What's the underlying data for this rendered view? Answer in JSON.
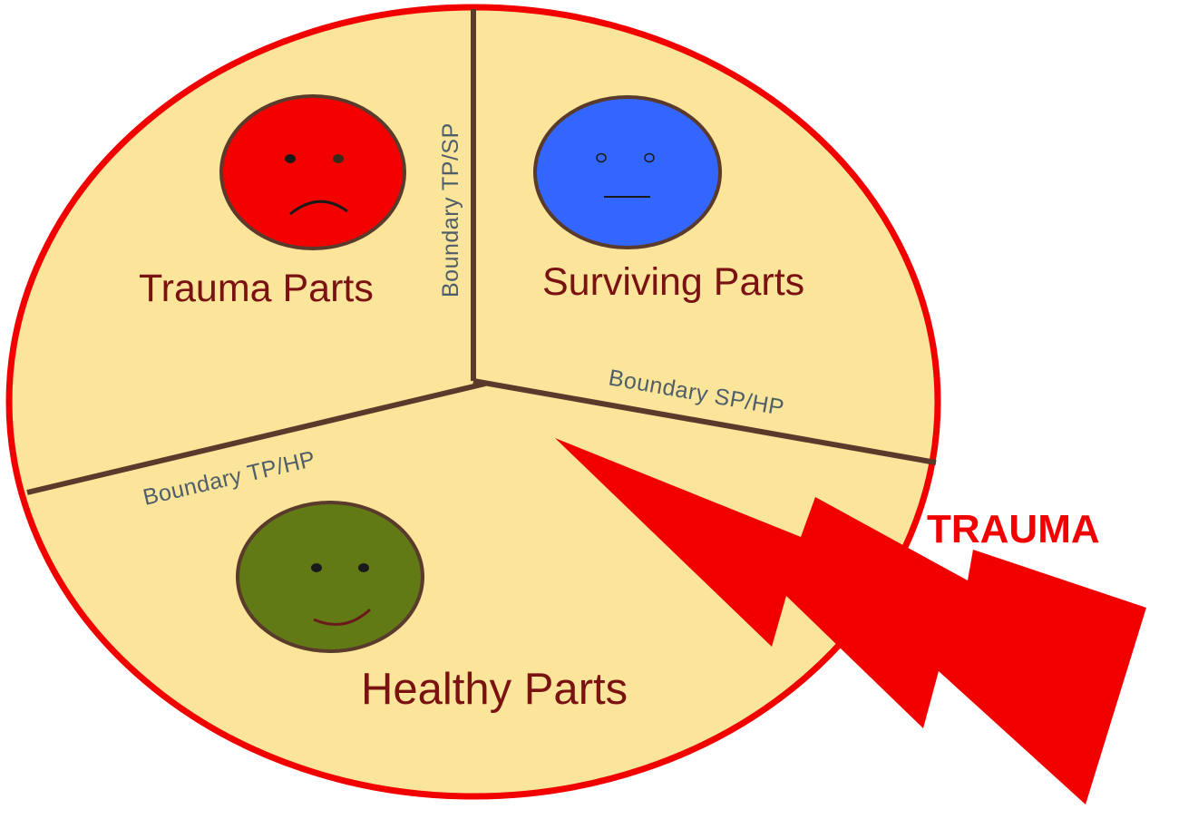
{
  "colors": {
    "circle_fill": "#fbe59b",
    "circle_stroke": "#f20000",
    "boundary_line": "#5a3a2a",
    "trauma_face": "#f40000",
    "surviving_face": "#3366ff",
    "healthy_face": "#617a16",
    "face_outline": "#5a3a2a",
    "part_label": "#7a1212",
    "boundary_label": "#4f5e68",
    "trauma_bolt": "#f20000",
    "trauma_label": "#f20000"
  },
  "parts": {
    "trauma": {
      "label": "Trauma Parts",
      "expression": "sad"
    },
    "surviving": {
      "label": "Surviving Parts",
      "expression": "neutral"
    },
    "healthy": {
      "label": "Healthy Parts",
      "expression": "smile"
    }
  },
  "boundaries": {
    "tp_sp": "Boundary TP/SP",
    "sp_hp": "Boundary SP/HP",
    "tp_hp": "Boundary TP/HP"
  },
  "trauma": {
    "label": "TRAUMA",
    "icon": "lightning-bolt-icon"
  }
}
